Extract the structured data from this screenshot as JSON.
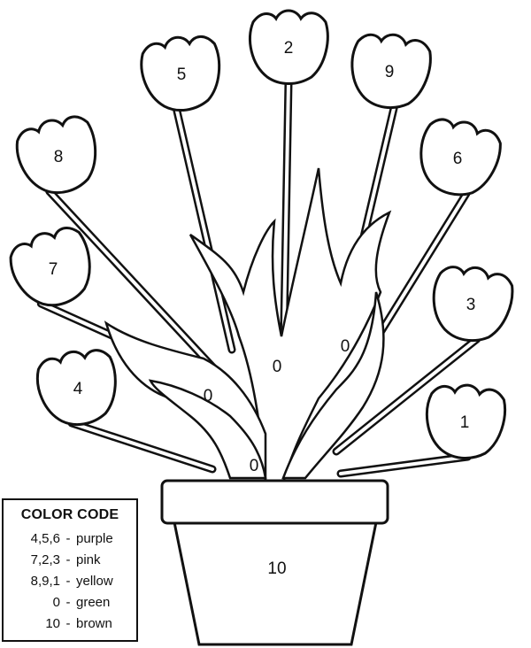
{
  "tulips": [
    {
      "label": "5",
      "color": "purple"
    },
    {
      "label": "2",
      "color": "pink"
    },
    {
      "label": "9",
      "color": "yellow"
    },
    {
      "label": "8",
      "color": "yellow"
    },
    {
      "label": "6",
      "color": "purple"
    },
    {
      "label": "7",
      "color": "pink"
    },
    {
      "label": "3",
      "color": "pink"
    },
    {
      "label": "4",
      "color": "purple"
    },
    {
      "label": "1",
      "color": "yellow"
    }
  ],
  "leaves": [
    "0",
    "0",
    "0",
    "0"
  ],
  "pot": {
    "label": "10"
  },
  "color_code": {
    "title": "COLOR CODE",
    "entries": [
      {
        "numbers": "4,5,6",
        "dash": "-",
        "color": "purple"
      },
      {
        "numbers": "7,2,3",
        "dash": "-",
        "color": "pink"
      },
      {
        "numbers": "8,9,1",
        "dash": "-",
        "color": "yellow"
      },
      {
        "numbers": "0",
        "dash": "-",
        "color": "green"
      },
      {
        "numbers": "10",
        "dash": "-",
        "color": "brown"
      }
    ]
  }
}
